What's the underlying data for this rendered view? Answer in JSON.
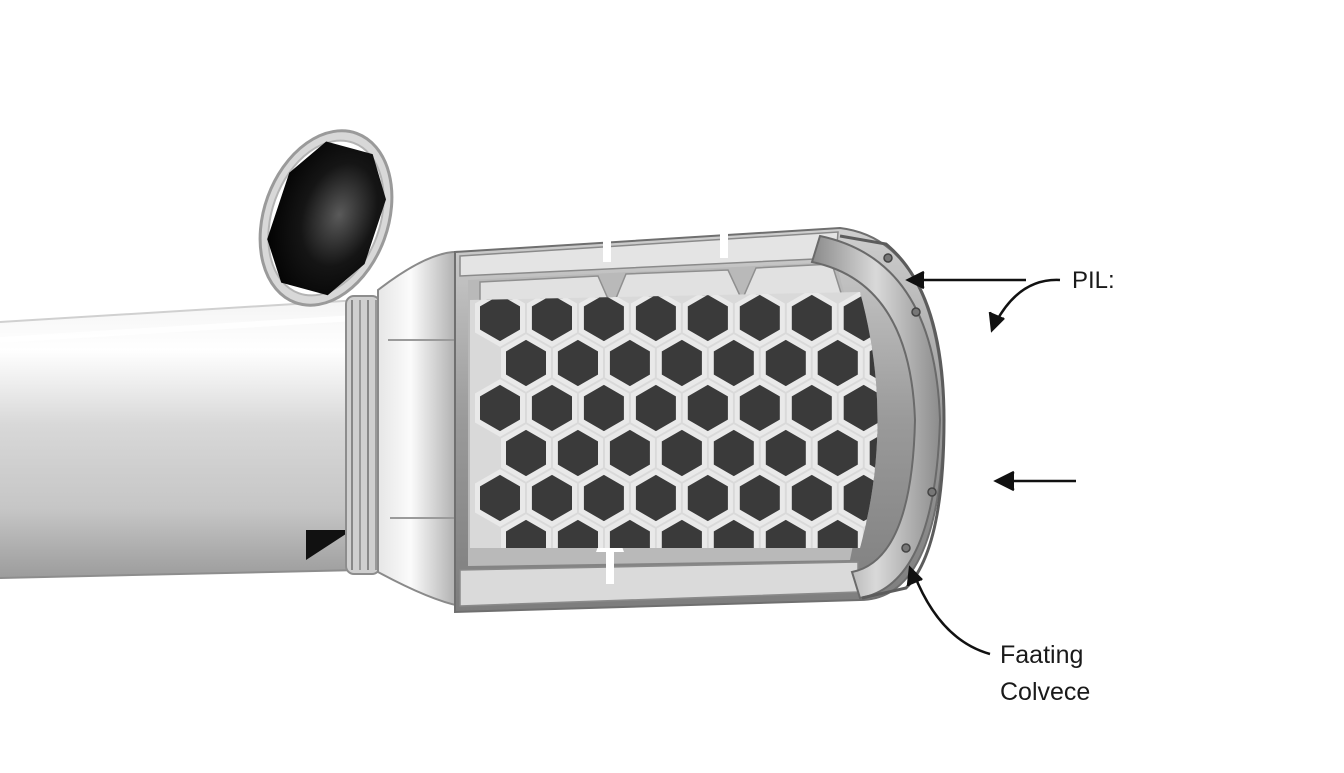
{
  "labels": {
    "top_right": "PIL:",
    "bottom_right_line1": "Faating",
    "bottom_right_line2": "Colvece"
  },
  "colors": {
    "background": "#ffffff",
    "metal_light": "#eeeeee",
    "metal_mid": "#b8b8b8",
    "metal_dark": "#6f6f6f",
    "honeycomb_cell": "#3a3a3a",
    "honeycomb_wall": "#e9e9e9",
    "pipe_opening": "#111111",
    "arrow": "#111111",
    "text": "#1a1a1a"
  },
  "icons": {
    "pointer_arrows": "arrow-icon"
  }
}
